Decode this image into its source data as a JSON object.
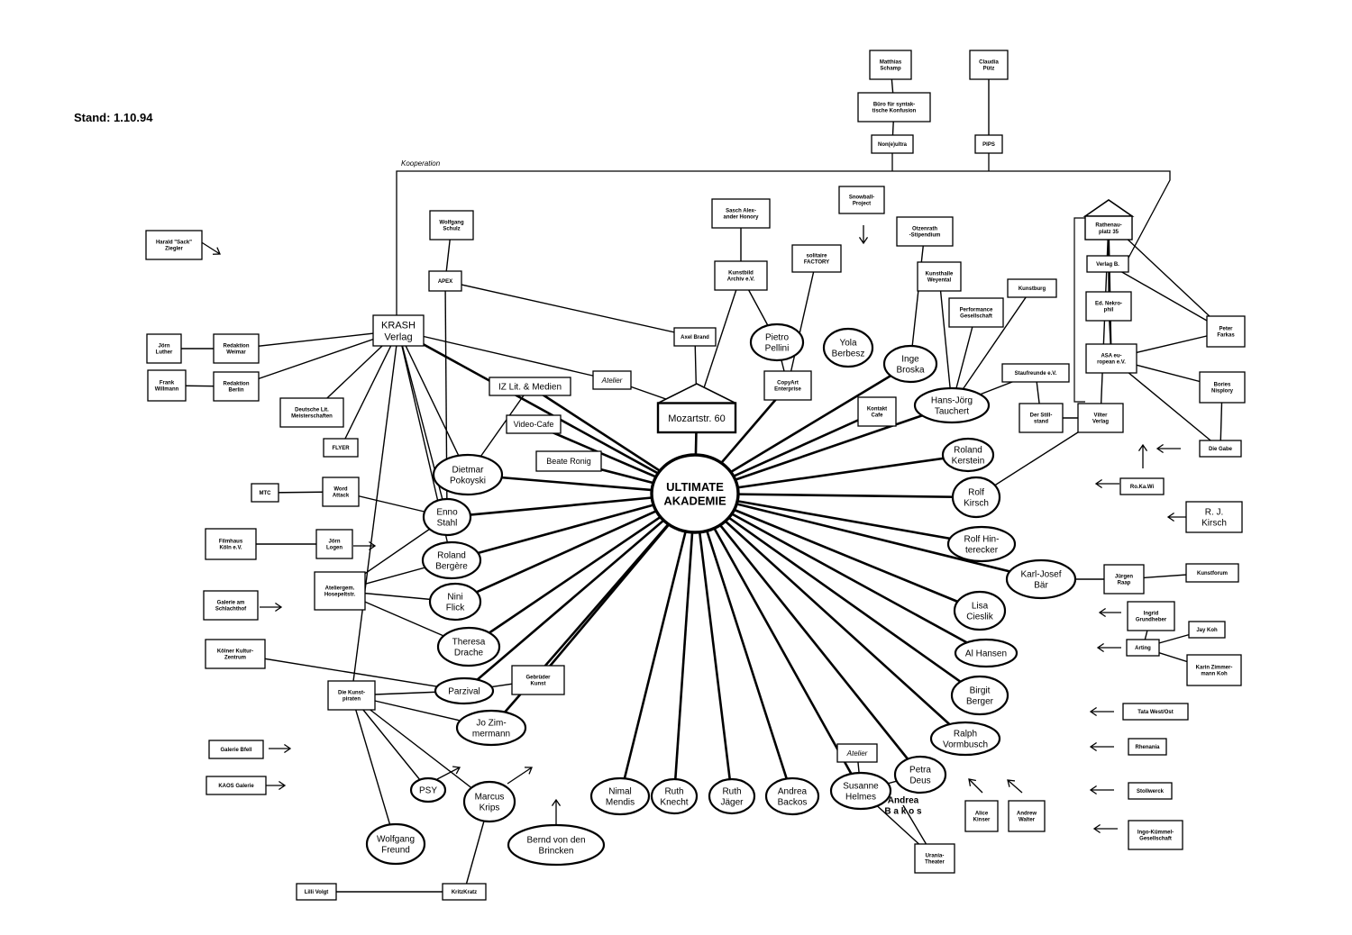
{
  "stand": "Stand: 1.10.94",
  "kooperation_label": "Kooperation",
  "center": {
    "id": "ua",
    "label": [
      "ULTIMATE",
      "AKADEMIE"
    ]
  },
  "nodes": [
    {
      "id": "mozart",
      "label": [
        "Mozartstr. 60"
      ]
    },
    {
      "id": "matthias",
      "label": [
        "Matthias",
        "Schamp"
      ]
    },
    {
      "id": "buero",
      "label": [
        "Büro für syntak-",
        "tische Konfusion"
      ]
    },
    {
      "id": "nonsultra",
      "label": [
        "Non(e)ultra"
      ]
    },
    {
      "id": "claudia",
      "label": [
        "Claudia",
        "Pütz"
      ]
    },
    {
      "id": "pips",
      "label": [
        "PIPS"
      ]
    },
    {
      "id": "harald",
      "label": [
        "Harald \"Sack\"",
        "Ziegler"
      ]
    },
    {
      "id": "wolfgangs",
      "label": [
        "Wolfgang",
        "Schulz"
      ]
    },
    {
      "id": "apex",
      "label": [
        "APEX"
      ]
    },
    {
      "id": "sasch",
      "label": [
        "Sasch Alex-",
        "ander Honory"
      ]
    },
    {
      "id": "kunstbild",
      "label": [
        "Kunstbild",
        "Archiv e.V."
      ]
    },
    {
      "id": "solitaire",
      "label": [
        "solitaire",
        "FACTORY"
      ]
    },
    {
      "id": "snowball",
      "label": [
        "Snowball-",
        "Project"
      ]
    },
    {
      "id": "otzenrath",
      "label": [
        "Otzenrath",
        "-Stipendium"
      ]
    },
    {
      "id": "rathenau",
      "label": [
        "Rathenau-",
        "platz 35"
      ]
    },
    {
      "id": "verlagb",
      "label": [
        "Verlag B."
      ]
    },
    {
      "id": "ednekro",
      "label": [
        "Ed. Nekro-",
        "phil"
      ]
    },
    {
      "id": "asa",
      "label": [
        "ASA eu-",
        "ropean e.V."
      ]
    },
    {
      "id": "peter",
      "label": [
        "Peter",
        "Farkas"
      ]
    },
    {
      "id": "bories",
      "label": [
        "Bories",
        "Nisplory"
      ]
    },
    {
      "id": "diegabe",
      "label": [
        "Die Gabe"
      ]
    },
    {
      "id": "kunsthalle",
      "label": [
        "Kunsthalle",
        "Weyental"
      ]
    },
    {
      "id": "kunstburg",
      "label": [
        "Kunstburg"
      ]
    },
    {
      "id": "performance",
      "label": [
        "Performance",
        "Gesellschaft"
      ]
    },
    {
      "id": "krash",
      "label": [
        "KRASH",
        "Verlag"
      ]
    },
    {
      "id": "joernl",
      "label": [
        "Jörn",
        "Luther"
      ]
    },
    {
      "id": "redweimar",
      "label": [
        "Redaktion",
        "Weimar"
      ]
    },
    {
      "id": "frankw",
      "label": [
        "Frank",
        "Willmann"
      ]
    },
    {
      "id": "redberlin",
      "label": [
        "Redaktion",
        "Berlin"
      ]
    },
    {
      "id": "deutschelit",
      "label": [
        "Deutsche Lit.",
        "Meisterschaften"
      ]
    },
    {
      "id": "flyer",
      "label": [
        "FLYER"
      ]
    },
    {
      "id": "axel",
      "label": [
        "Axel Brand"
      ]
    },
    {
      "id": "pietro",
      "label": [
        "Pietro",
        "Pellini"
      ]
    },
    {
      "id": "yola",
      "label": [
        "Yola",
        "Berbesz"
      ]
    },
    {
      "id": "copyart",
      "label": [
        "CopyArt",
        "Enterprise"
      ]
    },
    {
      "id": "inge",
      "label": [
        "Inge",
        "Broska"
      ]
    },
    {
      "id": "kontakt",
      "label": [
        "Kontakt",
        "Cafe"
      ]
    },
    {
      "id": "hansjoerg",
      "label": [
        "Hans-Jörg",
        "Tauchert"
      ]
    },
    {
      "id": "staufreunde",
      "label": [
        "Staufreunde e.V."
      ]
    },
    {
      "id": "derstill",
      "label": [
        "Der Still-",
        "stand"
      ]
    },
    {
      "id": "vilter",
      "label": [
        "Vilter",
        "Verlag"
      ]
    },
    {
      "id": "atelier1",
      "label": [
        "Atelier"
      ]
    },
    {
      "id": "izlit",
      "label": [
        "IZ Lit. & Medien"
      ]
    },
    {
      "id": "videocafe",
      "label": [
        "Video-Cafe"
      ]
    },
    {
      "id": "beate",
      "label": [
        "Beate Ronig"
      ]
    },
    {
      "id": "dietmar",
      "label": [
        "Dietmar",
        "Pokoyski"
      ]
    },
    {
      "id": "roland",
      "label": [
        "Roland",
        "Kerstein"
      ]
    },
    {
      "id": "rokawi",
      "label": [
        "Ro.Ka.Wi"
      ]
    },
    {
      "id": "rjkirsch",
      "label": [
        "R. J.",
        "Kirsch"
      ]
    },
    {
      "id": "mtc",
      "label": [
        "MTC"
      ]
    },
    {
      "id": "word",
      "label": [
        "Word",
        "Attack"
      ]
    },
    {
      "id": "enno",
      "label": [
        "Enno",
        "Stahl"
      ]
    },
    {
      "id": "rolfk",
      "label": [
        "Rolf",
        "Kirsch"
      ]
    },
    {
      "id": "filmhaus",
      "label": [
        "Filmhaus",
        "Köln e.V."
      ]
    },
    {
      "id": "joernlo",
      "label": [
        "Jörn",
        "Logen"
      ]
    },
    {
      "id": "rolandb",
      "label": [
        "Roland",
        "Bergère"
      ]
    },
    {
      "id": "rolfh",
      "label": [
        "Rolf Hin-",
        "terecker"
      ]
    },
    {
      "id": "ateliergem",
      "label": [
        "Ateliergem.",
        "Hosepeltstr."
      ]
    },
    {
      "id": "karljosef",
      "label": [
        "Karl-Josef",
        "Bär"
      ]
    },
    {
      "id": "juergen",
      "label": [
        "Jürgen",
        "Raap"
      ]
    },
    {
      "id": "kunstforum",
      "label": [
        "Kunstforum"
      ]
    },
    {
      "id": "galerie",
      "label": [
        "Galerie am",
        "Schlachthof"
      ]
    },
    {
      "id": "nini",
      "label": [
        "Nini",
        "Flick"
      ]
    },
    {
      "id": "lisa",
      "label": [
        "Lisa",
        "Cieslik"
      ]
    },
    {
      "id": "ingrid",
      "label": [
        "Ingrid",
        "Grundheber"
      ]
    },
    {
      "id": "jay",
      "label": [
        "Jay Koh"
      ]
    },
    {
      "id": "theresa",
      "label": [
        "Theresa",
        "Drache"
      ]
    },
    {
      "id": "arting",
      "label": [
        "Arting"
      ]
    },
    {
      "id": "kolner",
      "label": [
        "Kölner Kultur-",
        "Zentrum"
      ]
    },
    {
      "id": "alhansen",
      "label": [
        "Al Hansen"
      ]
    },
    {
      "id": "karin",
      "label": [
        "Karin Zimmer-",
        "mann Koh"
      ]
    },
    {
      "id": "gebrueder",
      "label": [
        "Gebrüder",
        "Kunst"
      ]
    },
    {
      "id": "parzival",
      "label": [
        "Parzival"
      ]
    },
    {
      "id": "kunstpiraten",
      "label": [
        "Die Kunst-",
        "piraten"
      ]
    },
    {
      "id": "birgit",
      "label": [
        "Birgit",
        "Berger"
      ]
    },
    {
      "id": "jozim",
      "label": [
        "Jo Zim-",
        "mermann"
      ]
    },
    {
      "id": "ralph",
      "label": [
        "Ralph",
        "Vormbusch"
      ]
    },
    {
      "id": "tatawo",
      "label": [
        "Tata West/Ost"
      ]
    },
    {
      "id": "galeriebf",
      "label": [
        "Galerie Bfell"
      ]
    },
    {
      "id": "atelier2",
      "label": [
        "Atelier"
      ]
    },
    {
      "id": "rhenania",
      "label": [
        "Rhenania"
      ]
    },
    {
      "id": "petra",
      "label": [
        "Petra",
        "Deus"
      ]
    },
    {
      "id": "kaos",
      "label": [
        "KAOS Galerie"
      ]
    },
    {
      "id": "psy",
      "label": [
        "PSY"
      ]
    },
    {
      "id": "marcus",
      "label": [
        "Marcus",
        "Krips"
      ]
    },
    {
      "id": "nimal",
      "label": [
        "Nimal",
        "Mendis"
      ]
    },
    {
      "id": "ruthk",
      "label": [
        "Ruth",
        "Knecht"
      ]
    },
    {
      "id": "ruthj",
      "label": [
        "Ruth",
        "Jäger"
      ]
    },
    {
      "id": "andrea",
      "label": [
        "Andrea",
        "Backos"
      ]
    },
    {
      "id": "susanne",
      "label": [
        "Susanne",
        "Helmes"
      ]
    },
    {
      "id": "andreab2",
      "label": [
        "Andrea",
        "B a k o s"
      ]
    },
    {
      "id": "alice",
      "label": [
        "Alice",
        "Kinser"
      ]
    },
    {
      "id": "andrew",
      "label": [
        "Andrew",
        "Walter"
      ]
    },
    {
      "id": "stollwerck",
      "label": [
        "Stollwerck"
      ]
    },
    {
      "id": "wolfgangf",
      "label": [
        "Wolfgang",
        "Freund"
      ]
    },
    {
      "id": "bernd",
      "label": [
        "Bernd von den",
        "Brincken"
      ]
    },
    {
      "id": "urania",
      "label": [
        "Urania-",
        "Theater"
      ]
    },
    {
      "id": "ingo",
      "label": [
        "Ingo-Kümmel-",
        "Gesellschaft"
      ]
    },
    {
      "id": "lilli",
      "label": [
        "Lilli Volgt"
      ]
    },
    {
      "id": "kritz",
      "label": [
        "KritzKratz"
      ]
    }
  ]
}
